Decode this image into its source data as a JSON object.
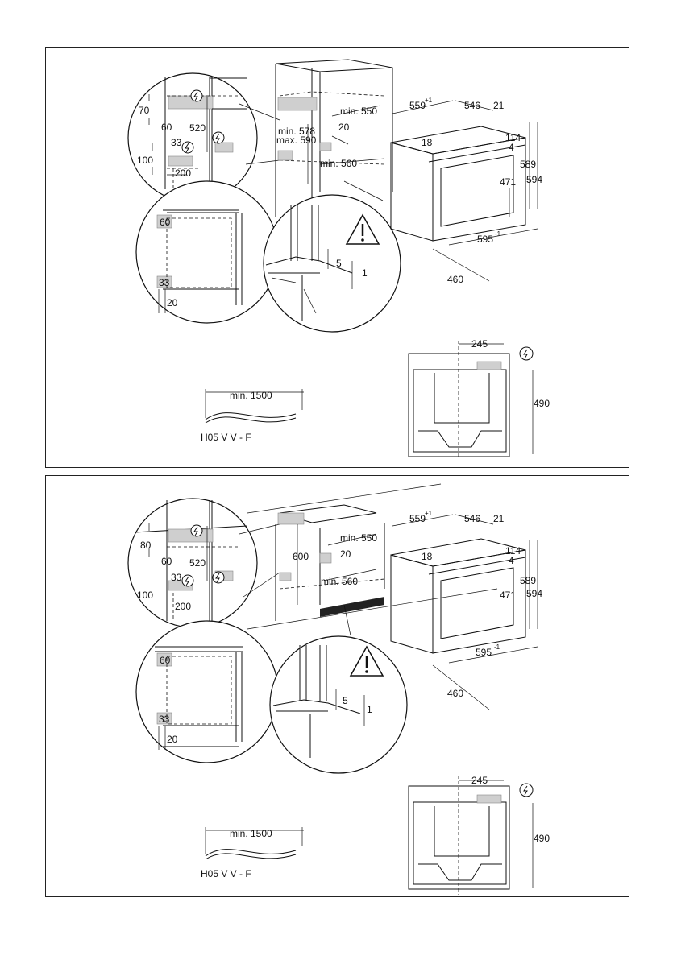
{
  "panels": [
    {
      "id": "tall-cabinet",
      "detail_top": {
        "d1": "70",
        "d2": "60",
        "d3": "520",
        "d4": "33",
        "d5": "100",
        "d6": "200"
      },
      "detail_bottom": {
        "d1": "60",
        "d2": "33",
        "d3": "20"
      },
      "cabinet": {
        "depth": "min. 550",
        "gap": "20",
        "height_min": "min. 578",
        "height_max": "max. 590",
        "width": "min. 560"
      },
      "floor_detail": {
        "d1": "5",
        "d2": "1"
      },
      "oven": {
        "width": "559",
        "width_tol": "+1",
        "depth": "546",
        "front": "21",
        "top_offset": "18",
        "h1": "114",
        "h2": "4",
        "h3": "471",
        "h4": "589",
        "h5": "594",
        "bottom_width": "595",
        "bottom_tol": "-1",
        "depth_total": "460"
      },
      "cable": {
        "length": "min. 1500",
        "type": "H05 V V - F"
      },
      "rear": {
        "offset": "245",
        "height": "490"
      }
    },
    {
      "id": "under-worktop",
      "detail_top": {
        "d1": "80",
        "d2": "60",
        "d3": "520",
        "d4": "33",
        "d5": "100",
        "d6": "200"
      },
      "detail_bottom": {
        "d1": "60",
        "d2": "33",
        "d3": "20"
      },
      "cabinet": {
        "depth": "min. 550",
        "gap": "20",
        "height": "600",
        "width": "min. 560"
      },
      "floor_detail": {
        "d1": "5",
        "d2": "1"
      },
      "oven": {
        "width": "559",
        "width_tol": "+1",
        "depth": "546",
        "front": "21",
        "top_offset": "18",
        "h1": "114",
        "h2": "4",
        "h3": "471",
        "h4": "589",
        "h5": "594",
        "bottom_width": "595",
        "bottom_tol": "-1",
        "depth_total": "460"
      },
      "cable": {
        "length": "min. 1500",
        "type": "H05 V V - F"
      },
      "rear": {
        "offset": "245",
        "height": "490"
      }
    }
  ],
  "icons": {
    "power": "power-lightning-icon",
    "warning": "warning-triangle-icon"
  }
}
